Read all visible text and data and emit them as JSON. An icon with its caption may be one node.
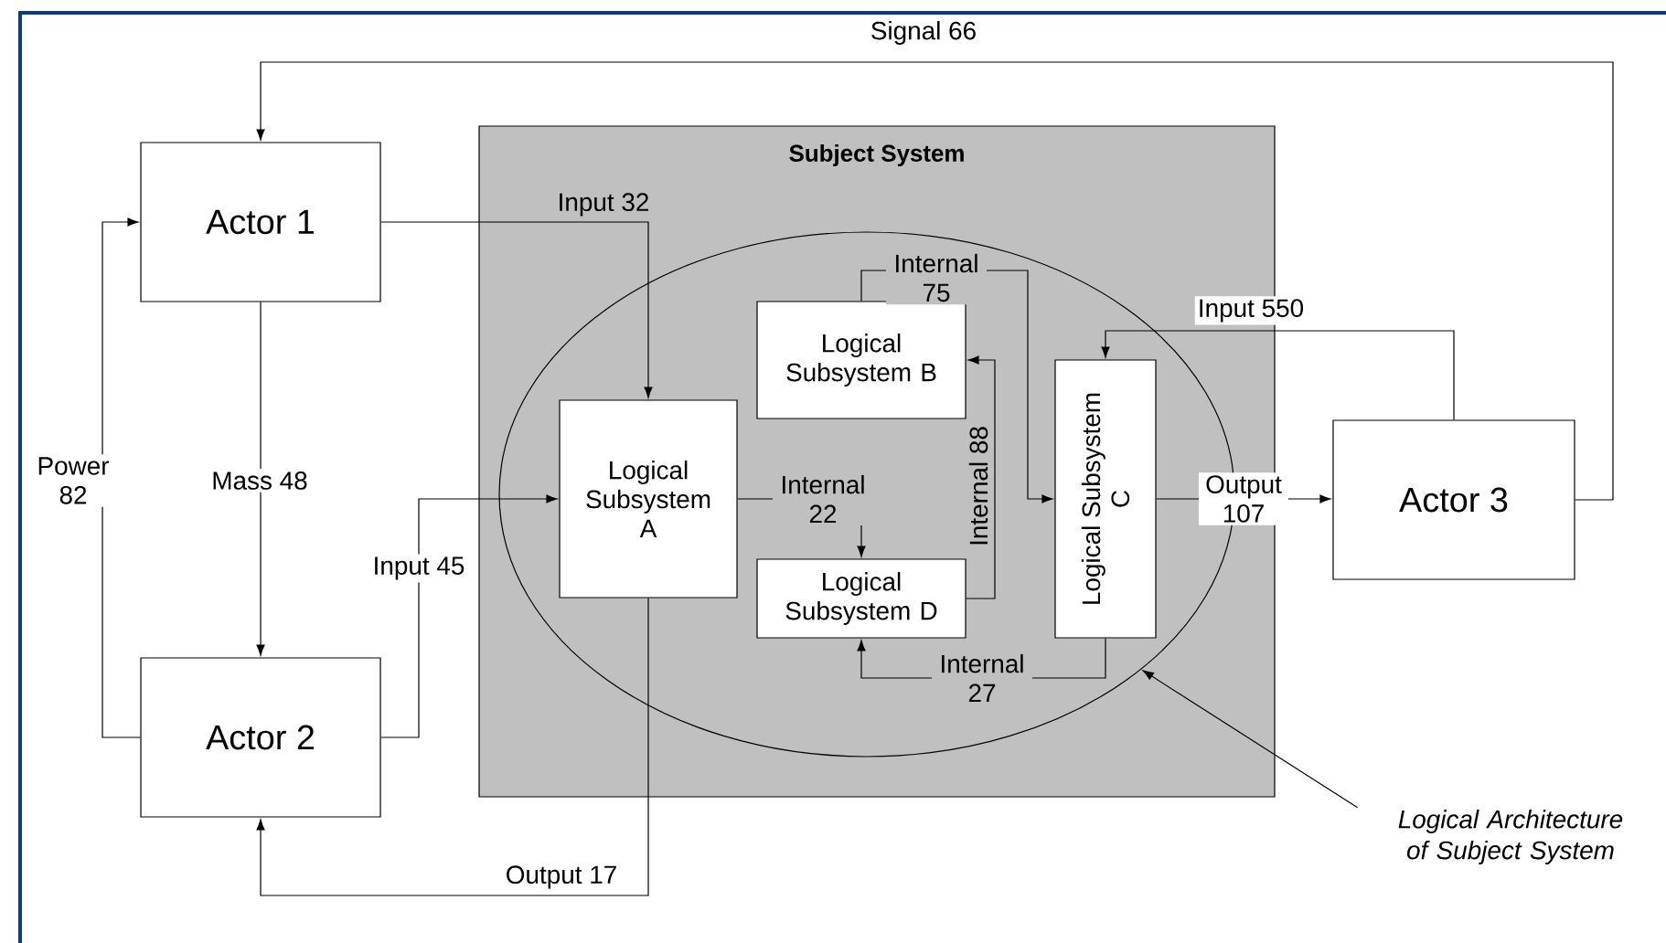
{
  "diagram": {
    "nodes": [
      {
        "text": [
          "Actor 1"
        ]
      },
      {
        "text": [
          "Subject System"
        ]
      },
      {
        "text": [],
        "shape": "ellipse",
        "in": 1
      },
      {
        "text": [
          "Logical Subsystem A"
        ],
        "in": 2
      },
      {
        "text": [
          "Logical Subsystem B"
        ],
        "in": 2
      },
      {
        "text": [
          "Logical Subsystem C"
        ],
        "in": 2
      },
      {
        "text": [
          "Logical Subsystem D"
        ],
        "in": 2
      },
      {
        "text": [
          "Actor 2"
        ]
      },
      {
        "text": [
          "Actor 3"
        ]
      },
      {
        "text": [
          "Logical Architecture of Subject System"
        ]
      }
    ],
    "edges": [
      {
        "from": 8,
        "to": 0,
        "arrow": "to",
        "label": "Signal 66"
      },
      {
        "from": 0,
        "to": 3,
        "arrow": "to",
        "label": "Input 32"
      },
      {
        "from": 0,
        "to": 7,
        "arrow": "to",
        "label": "Mass 48"
      },
      {
        "from": 7,
        "to": 0,
        "arrow": "to",
        "label": "Power 82"
      },
      {
        "from": 7,
        "to": 3,
        "arrow": "to",
        "label": "Input 45"
      },
      {
        "from": 3,
        "to": 7,
        "arrow": "to",
        "label": "Output 17"
      },
      {
        "from": 3,
        "to": 6,
        "arrow": "to",
        "label": "Internal 22"
      },
      {
        "from": 4,
        "to": 5,
        "arrow": "to",
        "label": "Internal 75"
      },
      {
        "from": 6,
        "to": 4,
        "arrow": "to",
        "label": "Internal 88"
      },
      {
        "from": 8,
        "to": 5,
        "arrow": "to",
        "label": "Input 550"
      },
      {
        "from": 5,
        "to": 8,
        "arrow": "to",
        "label": "Output 107"
      },
      {
        "from": 5,
        "to": 6,
        "arrow": "to",
        "label": "Internal 27"
      },
      {
        "from": 9,
        "to": 2,
        "arrow": "to"
      }
    ]
  }
}
